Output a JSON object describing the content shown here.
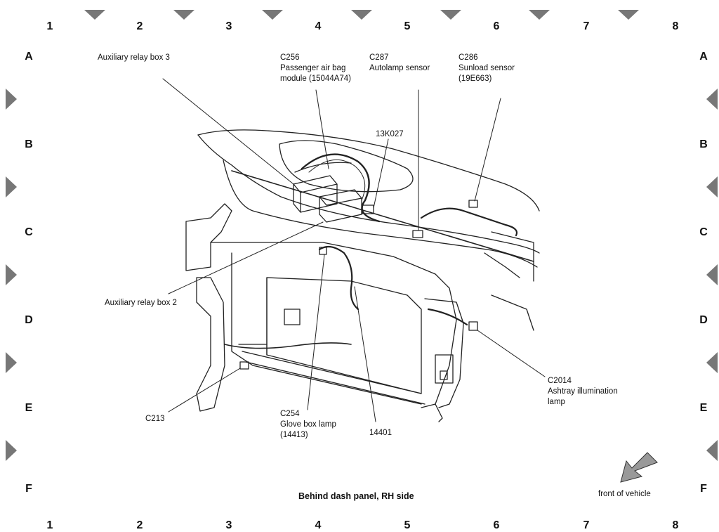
{
  "grid": {
    "columns": [
      "1",
      "2",
      "3",
      "4",
      "5",
      "6",
      "7",
      "8"
    ],
    "rows": [
      "A",
      "B",
      "C",
      "D",
      "E",
      "F"
    ]
  },
  "labels": {
    "aux_relay_box_3": "Auxiliary relay box 3",
    "c256_id": "C256",
    "c256_desc1": "Passenger air bag",
    "c256_desc2": "module (15044A74)",
    "c287_id": "C287",
    "c287_desc": "Autolamp sensor",
    "c286_id": "C286",
    "c286_desc1": "Sunload sensor",
    "c286_desc2": "(19E663)",
    "harness_13k027": "13K027",
    "aux_relay_box_2": "Auxiliary relay box 2",
    "c213": "C213",
    "c254_id": "C254",
    "c254_desc1": "Glove box lamp",
    "c254_desc2": "(14413)",
    "harness_14401": "14401",
    "c2014_id": "C2014",
    "c2014_desc1": "Ashtray illumination",
    "c2014_desc2": "lamp",
    "front_of_vehicle": "front of vehicle"
  },
  "caption": "Behind dash panel, RH side",
  "colors": {
    "line": "#222222",
    "frame_marker": "#777777",
    "arrow_fill": "#999999"
  }
}
